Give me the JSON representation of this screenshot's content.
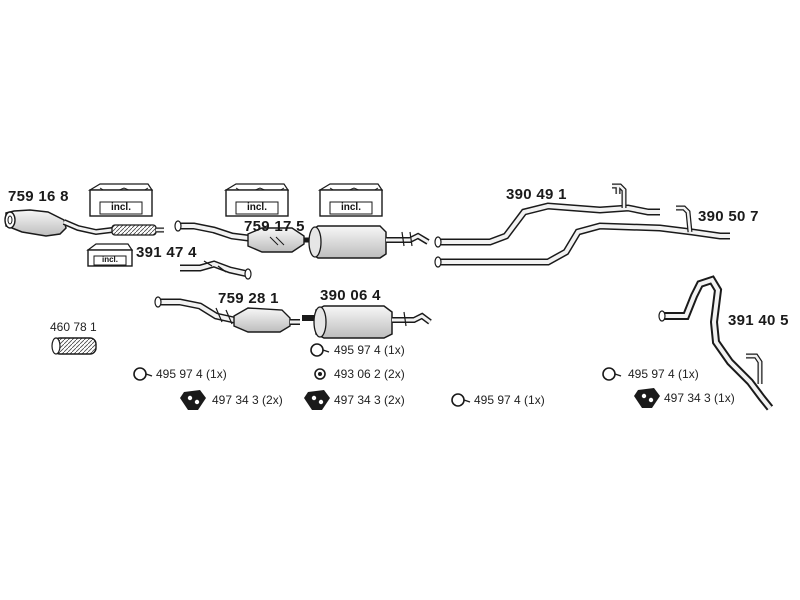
{
  "parts": {
    "p759168": "759 16 8",
    "p391474": "391 47 4",
    "p759175": "759 17 5",
    "p759281": "759 28 1",
    "p390064": "390 06 4",
    "p390491": "390 49 1",
    "p390507": "390 50 7",
    "p391405": "391 40 5",
    "p460781": "460 78 1"
  },
  "kits": {
    "incl_label": "incl."
  },
  "hardware": {
    "h1": "495 97 4 (1x)",
    "h2": "497 34 3 (2x)",
    "h3": "495 97 4 (1x)",
    "h4": "493 06 2 (2x)",
    "h5": "497 34 3 (2x)",
    "h6": "495 97 4 (1x)",
    "h7": "495 97 4 (1x)",
    "h8": "497 34 3 (1x)"
  },
  "colors": {
    "line": "#1a1a1a",
    "pipe_fill": "#f2f2f2",
    "part_fill": "#e6e6e6"
  }
}
